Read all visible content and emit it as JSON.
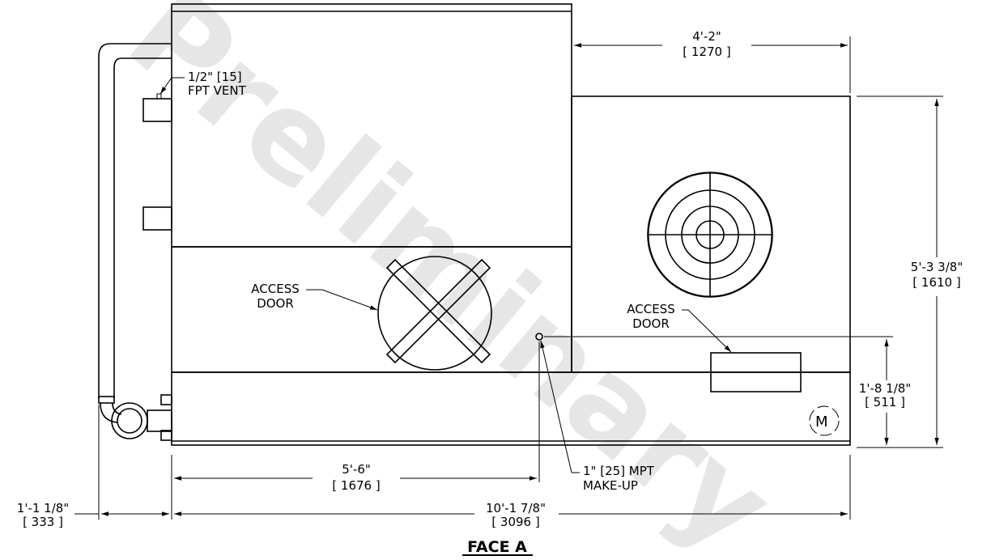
{
  "watermark": "Preliminary",
  "title": "FACE A",
  "dimensions": {
    "width_top": {
      "imperial": "4'-2\"",
      "metric": "[ 1270 ]"
    },
    "height_right": {
      "imperial": "5'-3 3/8\"",
      "metric": "[ 1610 ]"
    },
    "height_makeup": {
      "imperial": "1'-8 1/8\"",
      "metric": "[ 511 ]"
    },
    "width_makeup": {
      "imperial": "5'-6\"",
      "metric": "[ 1676 ]"
    },
    "width_total": {
      "imperial": "10'-1 7/8\"",
      "metric": "[ 3096 ]"
    },
    "width_pipe": {
      "imperial": "1'-1 1/8\"",
      "metric": "[ 333 ]"
    }
  },
  "callouts": {
    "vent": {
      "line1": "1/2\" [15]",
      "line2": "FPT VENT"
    },
    "access_door_left": {
      "line1": "ACCESS",
      "line2": "DOOR"
    },
    "access_door_right": {
      "line1": "ACCESS",
      "line2": "DOOR"
    },
    "makeup": {
      "line1": "1\" [25] MPT",
      "line2": "MAKE-UP"
    }
  },
  "logo": "M"
}
